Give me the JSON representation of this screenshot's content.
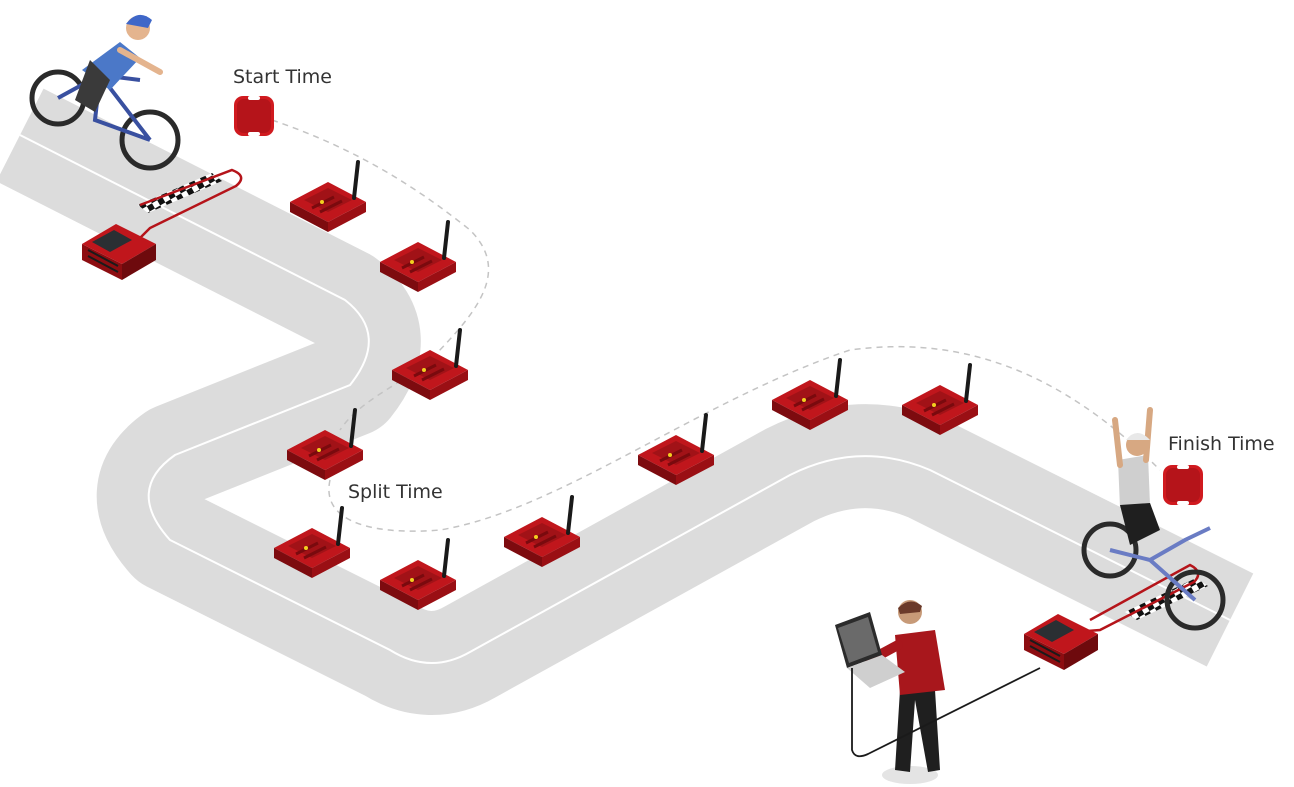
{
  "labels": {
    "start": "Start Time",
    "split": "Split Time",
    "finish": "Finish Time"
  },
  "colors": {
    "track": "#dcdcdc",
    "lane_line": "#ffffff",
    "device_red": "#b5141a",
    "device_dark": "#6e0a0d",
    "tag_red": "#d01a1f",
    "wire_red": "#b5141a",
    "dashed_link": "#c4c4c4",
    "label_text": "#333333"
  },
  "icons": {
    "start_tag": "rfid-tag-icon",
    "finish_tag": "rfid-tag-icon",
    "reader": "rfid-reader-icon",
    "receiver": "wireless-receiver-icon",
    "laptop": "laptop-icon"
  }
}
